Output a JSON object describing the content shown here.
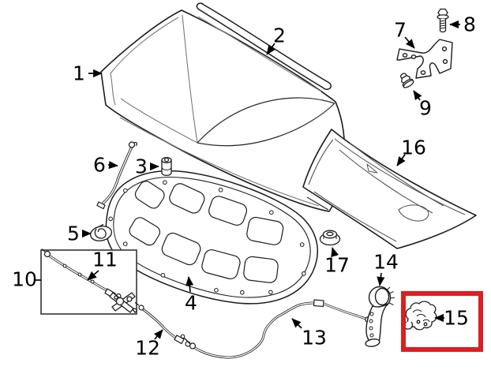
{
  "diagram": {
    "type": "exploded-parts-diagram",
    "subject": "hood-assembly",
    "background_color": "#ffffff",
    "line_color": "#1c1c1c",
    "highlight_color": "#da2020",
    "highlighted_part_label": "15"
  },
  "parts": [
    {
      "label": "1"
    },
    {
      "label": "2"
    },
    {
      "label": "3"
    },
    {
      "label": "4"
    },
    {
      "label": "5"
    },
    {
      "label": "6"
    },
    {
      "label": "7"
    },
    {
      "label": "8"
    },
    {
      "label": "9"
    },
    {
      "label": "10"
    },
    {
      "label": "11"
    },
    {
      "label": "12"
    },
    {
      "label": "13"
    },
    {
      "label": "14"
    },
    {
      "label": "15"
    },
    {
      "label": "16"
    },
    {
      "label": "17"
    }
  ]
}
